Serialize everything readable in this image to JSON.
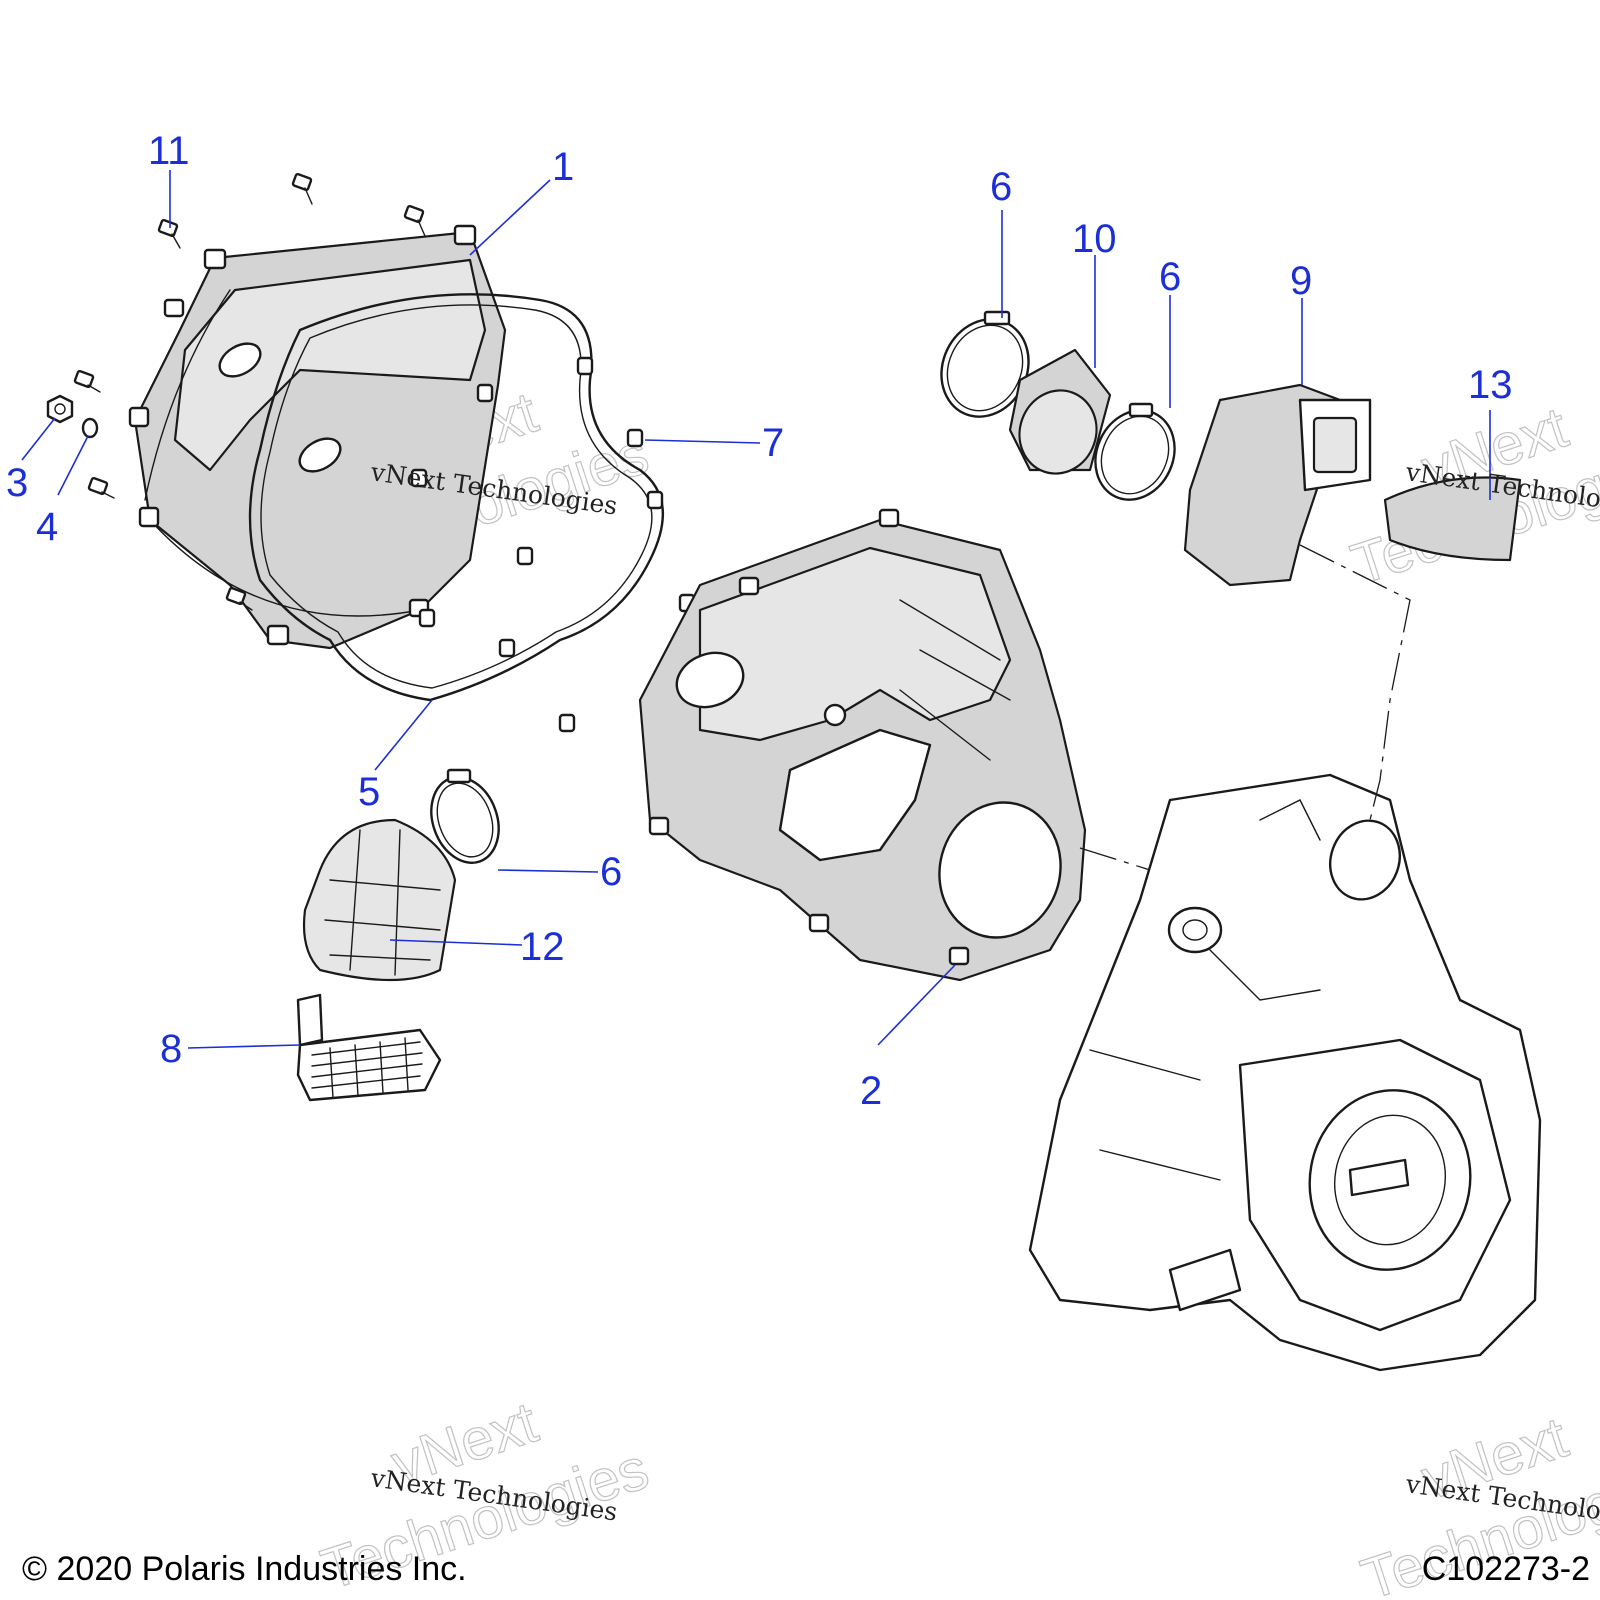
{
  "callouts": {
    "c1": "1",
    "c2": "2",
    "c3": "3",
    "c4": "4",
    "c5": "5",
    "c6a": "6",
    "c6b": "6",
    "c6c": "6",
    "c7": "7",
    "c8": "8",
    "c9": "9",
    "c10": "10",
    "c11": "11",
    "c12": "12",
    "c13": "13"
  },
  "watermark": {
    "line1": "vNext",
    "line2": "Technologies",
    "full": "vNext Technologies"
  },
  "footer": {
    "copyright": "© 2020 Polaris Industries Inc.",
    "code": "C102273-2"
  },
  "colors": {
    "callout": "#1c2fd6",
    "line": "#1a1a1a",
    "shade": "#d4d4d4"
  }
}
